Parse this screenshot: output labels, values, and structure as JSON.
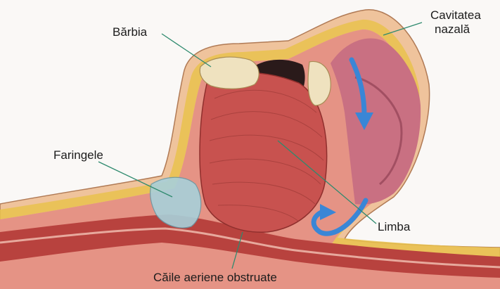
{
  "labels": {
    "chin": "Bărbia",
    "nasal_cavity_line1": "Cavitatea",
    "nasal_cavity_line2": "nazală",
    "pharynx": "Faringele",
    "tongue": "Limba",
    "obstructed_airways": "Căile aeriene obstruate"
  },
  "colors": {
    "leader_line": "#2e8a6e",
    "arrow": "#3a86d6",
    "tongue": "#c8524f",
    "tissue": "#e28a80",
    "fat": "#e6c24a",
    "skin": "#e9a98c",
    "cavity": "#2a1a1a"
  },
  "icons": {
    "airflow_arrow_down": "arrow-down-icon",
    "airflow_arrow_curved": "curved-arrow-icon"
  }
}
